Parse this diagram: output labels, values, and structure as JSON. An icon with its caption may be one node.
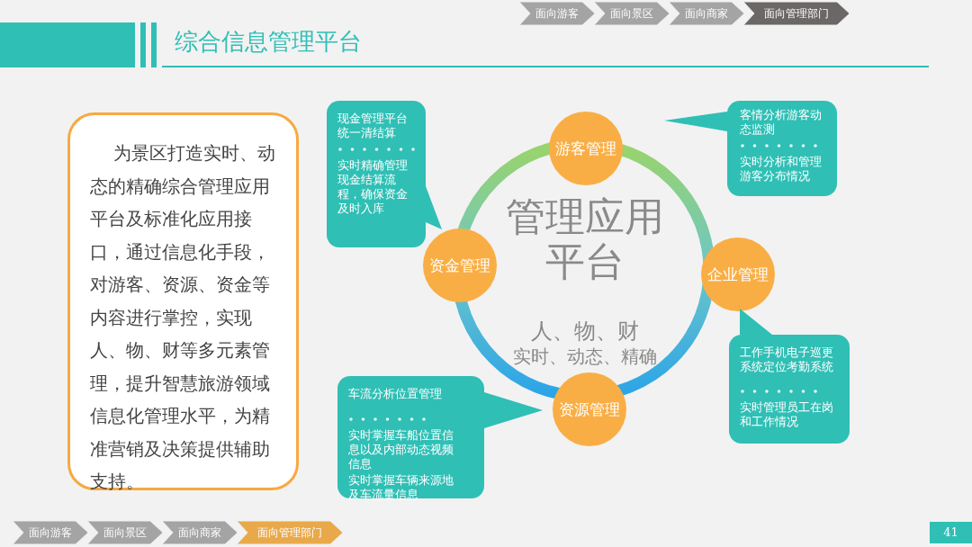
{
  "diagram": {
    "title": "综合信息管理平台",
    "nodes": [
      {
        "text": [
          "为景区打造实时、动态的精确综合管理应用平台及标准化应用接口，通过信息化手段，对游客、资源、资金等内容进行掌控，实现人、物、财等多元素管理，提升智慧旅游领域信息化管理水平，为精准营销及决策提供辅助支持。"
        ]
      },
      {
        "text": [
          "管理应用平台",
          "人、物、财",
          "实时、动态、精确"
        ]
      },
      {
        "text": [
          "游客管理"
        ]
      },
      {
        "text": [
          "资金管理"
        ]
      },
      {
        "text": [
          "企业管理"
        ]
      },
      {
        "text": [
          "资源管理"
        ]
      },
      {
        "text": [
          "现金管理平台统一清结算",
          "实时精确管理现金结算流程，确保资金及时入库"
        ]
      },
      {
        "text": [
          "客情分析游客动态监测",
          "实时分析和管理游客分布情况"
        ]
      },
      {
        "text": [
          "工作手机电子巡更系统定位考勤系统",
          "实时管理员工在岗和工作情况"
        ]
      },
      {
        "text": [
          "车流分析位置管理",
          "实时掌握车船位置信息以及内部动态视频信息",
          "实时掌握车辆来源地及车流量信息"
        ]
      }
    ],
    "labels": [
      "面向游客",
      "面向景区",
      "面向商家",
      "面向管理部门",
      "面向游客",
      "面向景区",
      "面向商家",
      "面向管理部门",
      "41"
    ]
  }
}
